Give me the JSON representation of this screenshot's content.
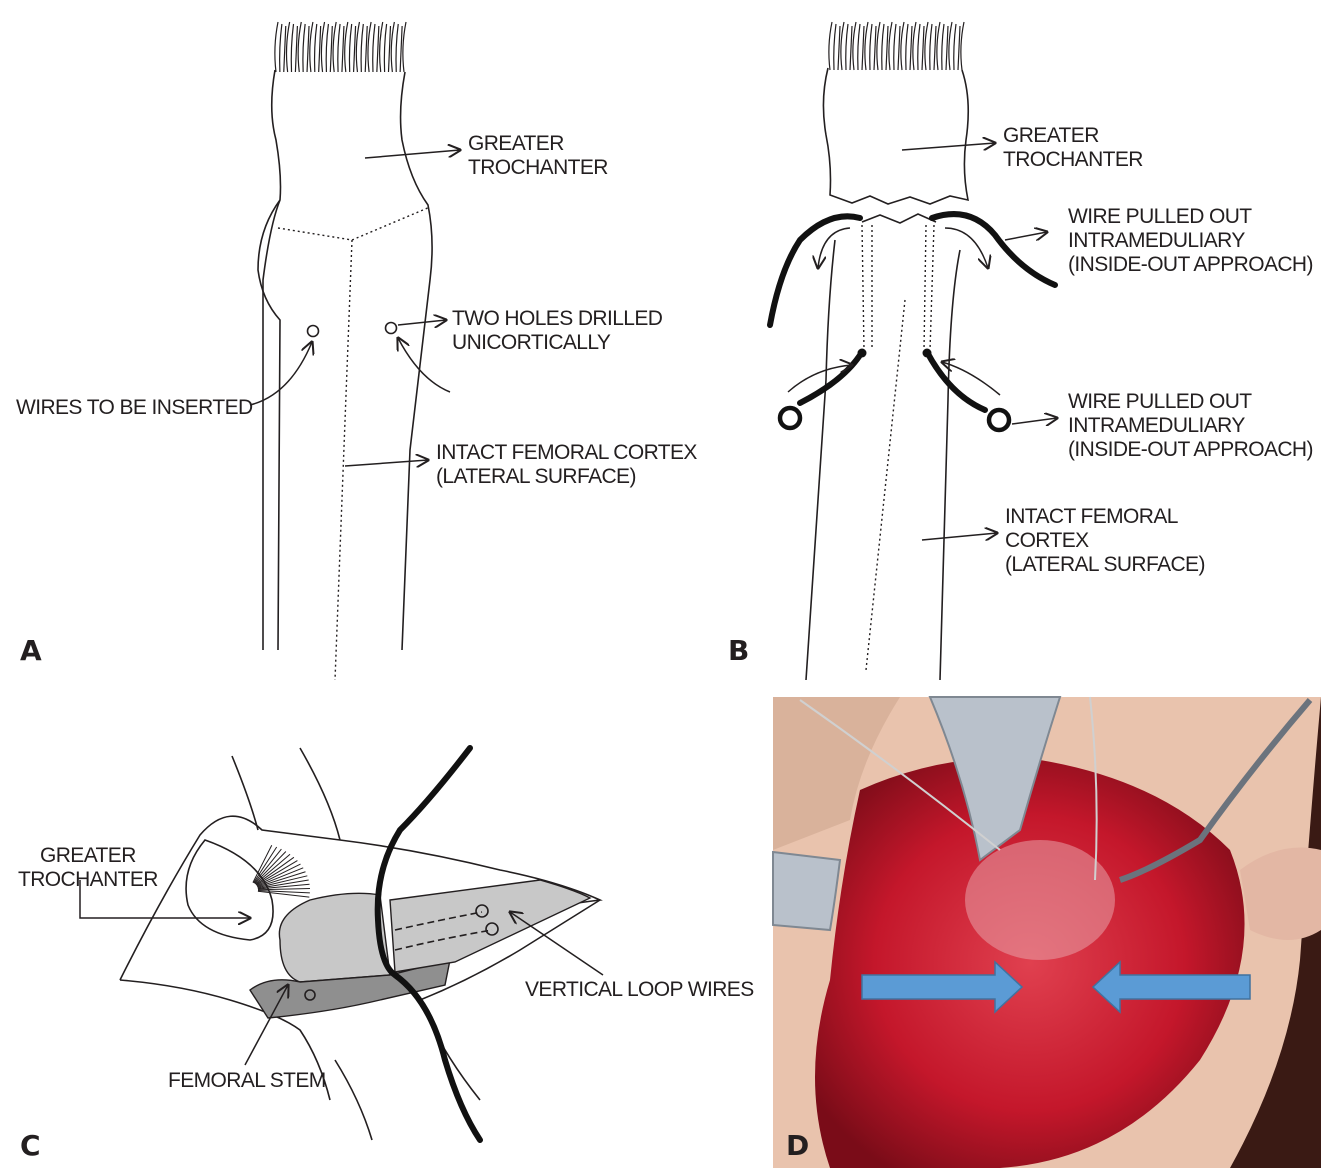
{
  "panels": {
    "a": {
      "letter": "A",
      "greater_trochanter": [
        "GREATER",
        "TROCHANTER"
      ],
      "two_holes": [
        "TWO HOLES DRILLED",
        "UNICORTICALLY"
      ],
      "wires_inserted": "WIRES TO BE INSERTED",
      "intact_cortex": [
        "INTACT FEMORAL CORTEX",
        "(LATERAL SURFACE)"
      ]
    },
    "b": {
      "letter": "B",
      "greater_trochanter": [
        "GREATER",
        "TROCHANTER"
      ],
      "wire_top": [
        "WIRE PULLED OUT",
        "INTRAMEDULIARY",
        "(INSIDE-OUT APPROACH)"
      ],
      "wire_bottom": [
        "WIRE PULLED OUT",
        "INTRAMEDULIARY",
        "(INSIDE-OUT APPROACH)"
      ],
      "intact_cortex": [
        "INTACT FEMORAL",
        "CORTEX",
        "(LATERAL SURFACE)"
      ]
    },
    "c": {
      "letter": "C",
      "greater_trochanter": [
        "GREATER",
        "TROCHANTER"
      ],
      "vertical_loop": "VERTICAL LOOP WIRES",
      "femoral_stem": "FEMORAL STEM"
    },
    "d": {
      "letter": "D",
      "photo_colors": {
        "tissue": "#c4172b",
        "skin": "#e9c3ad",
        "instrument": "#b9c1cb",
        "arrow": "#5b9bd5"
      }
    }
  }
}
